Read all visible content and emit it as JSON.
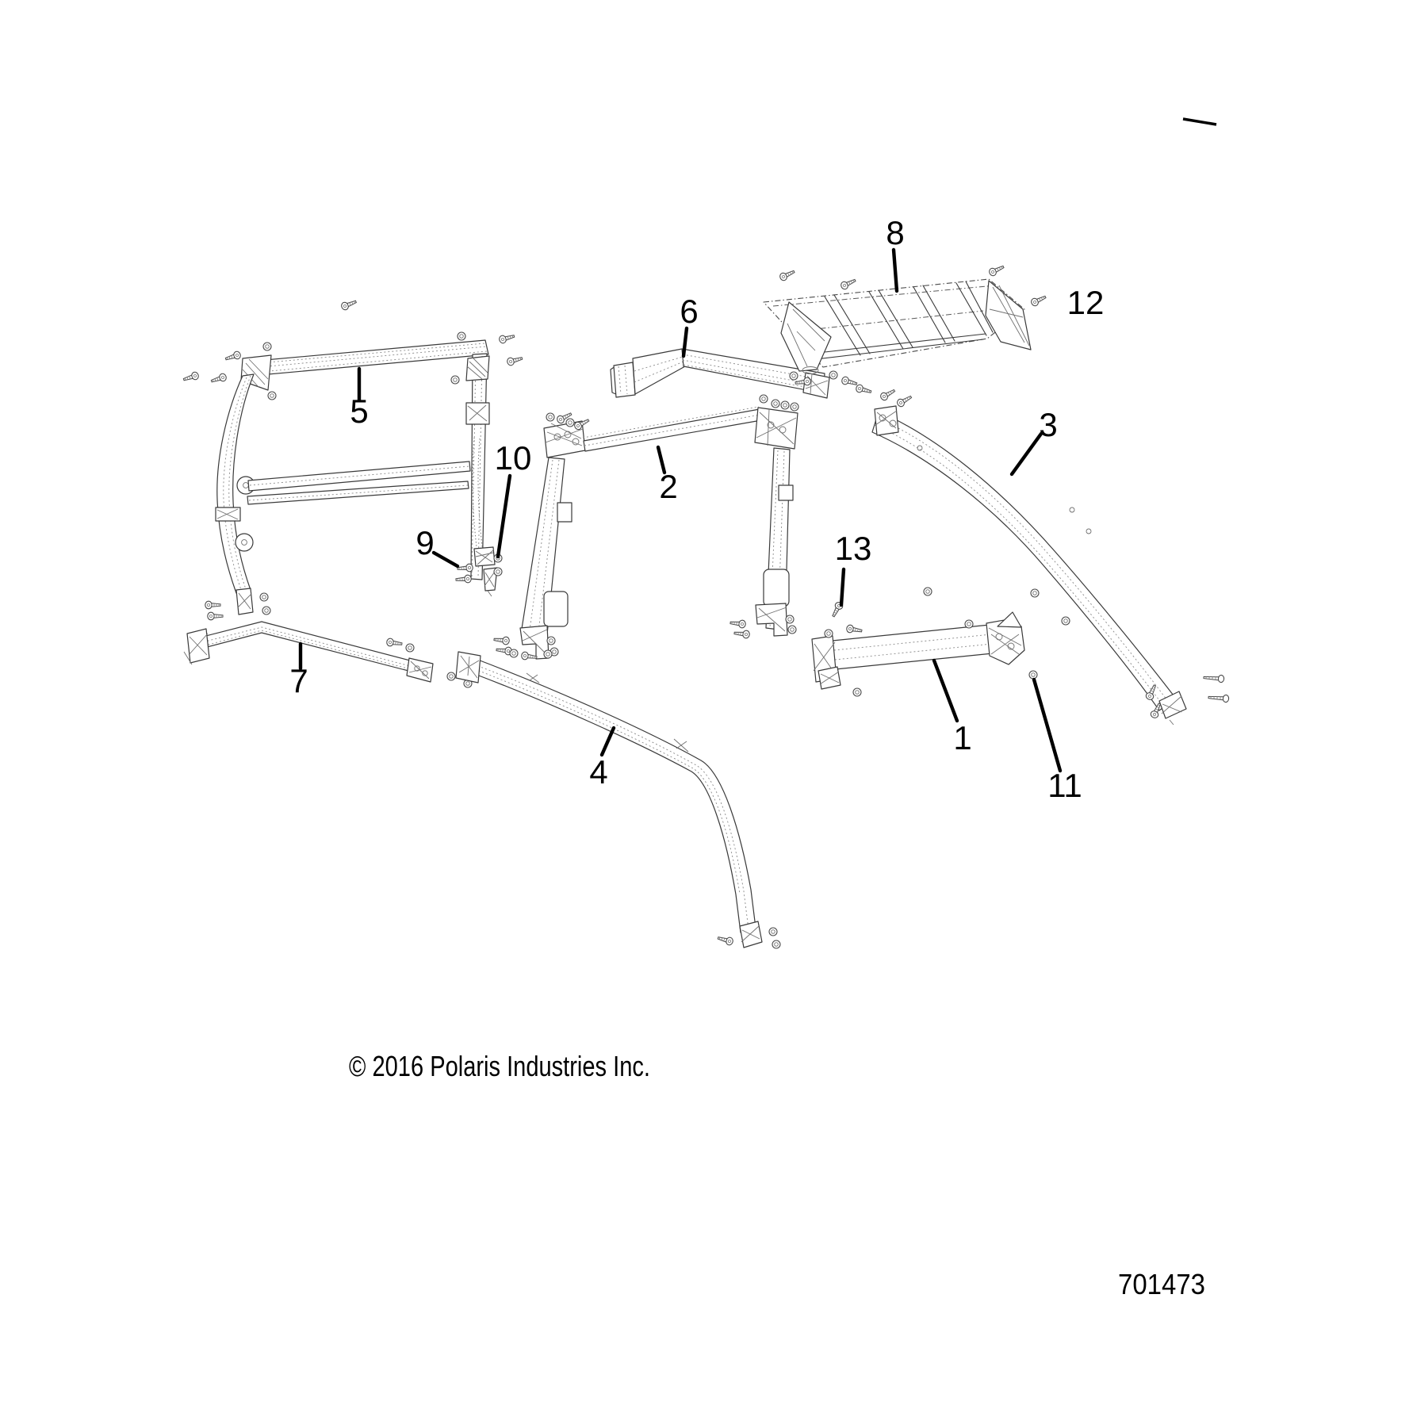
{
  "page": {
    "background": "#ffffff",
    "ink": "#000000",
    "line_color": "#3a3a3a",
    "description_of_view": "exploded line-art parts diagram of a cab frame / roll cage"
  },
  "footer": {
    "copyright": "© 2016 Polaris Industries Inc.",
    "diagram_number": "701473"
  },
  "callouts": [
    {
      "label": "1"
    },
    {
      "label": "2"
    },
    {
      "label": "3"
    },
    {
      "label": "4"
    },
    {
      "label": "5"
    },
    {
      "label": "6"
    },
    {
      "label": "7"
    },
    {
      "label": "8"
    },
    {
      "label": "9"
    },
    {
      "label": "10"
    },
    {
      "label": "11"
    },
    {
      "label": "12"
    },
    {
      "label": "13"
    }
  ]
}
